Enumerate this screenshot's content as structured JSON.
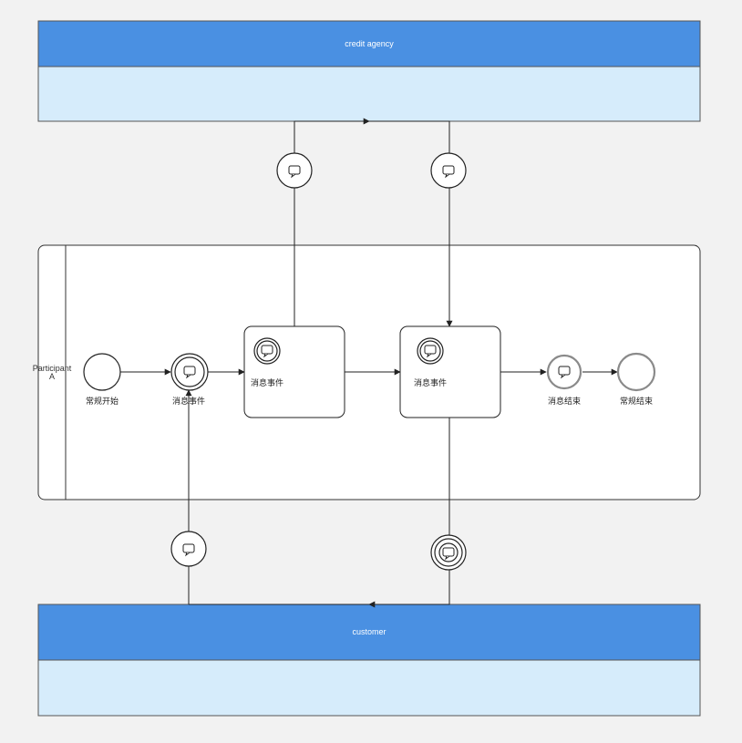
{
  "colors": {
    "pool_header": "#4a90e2",
    "pool_body": "#d6ecfb",
    "stroke": "#222222",
    "end_event": "#8a8a8a"
  },
  "pools": {
    "credit_agency": {
      "title": "credit agency"
    },
    "customer": {
      "title": "customer"
    },
    "participant_a": {
      "title_line1": "Participant",
      "title_line2": "A"
    }
  },
  "events": {
    "start": {
      "label": "常规开始",
      "icon": "start-event-circle"
    },
    "catch_message": {
      "label": "消息事件",
      "icon": "message-intermediate-catch-event"
    },
    "end_message": {
      "label": "消息结束",
      "icon": "message-end-event"
    },
    "end_normal": {
      "label": "常规结束",
      "icon": "end-event-circle"
    }
  },
  "tasks": {
    "task1": {
      "label": "消息事件",
      "icon": "message-event-icon"
    },
    "task2": {
      "label": "消息事件",
      "icon": "message-event-icon"
    }
  },
  "message_markers": [
    {
      "name": "message-to-credit-agency-1",
      "icon": "message-icon"
    },
    {
      "name": "message-from-credit-agency",
      "icon": "message-icon"
    },
    {
      "name": "message-from-customer",
      "icon": "message-icon"
    },
    {
      "name": "message-to-customer",
      "icon": "message-throw-icon"
    }
  ]
}
